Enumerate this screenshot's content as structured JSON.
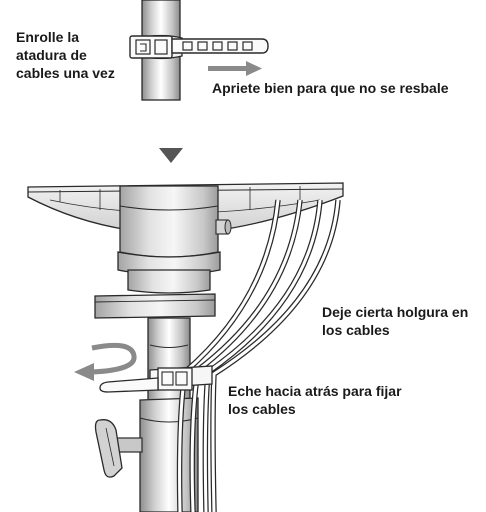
{
  "labels": {
    "wrap_line1": "Enrolle la",
    "wrap_line2": "atadura de",
    "wrap_line3": "cables una vez",
    "tighten": "Apriete bien para que no se resbale",
    "slack_line1": "Deje cierta holgura en",
    "slack_line2": "los cables",
    "pull_line1": "Eche hacia atrás para fijar",
    "pull_line2": "los cables"
  },
  "colors": {
    "arrow_gray": "#8a8a8a",
    "step_triangle": "#555555",
    "outline": "#2a2a2a",
    "metal_light": "#e6e6e6",
    "metal_mid": "#c8c8c8",
    "metal_dark": "#9a9a9a"
  },
  "icons": {
    "step_arrow": "triangle-down-icon",
    "tighten_arrow": "arrow-right-icon",
    "pull_back_arrow": "curved-arrow-left-icon"
  }
}
